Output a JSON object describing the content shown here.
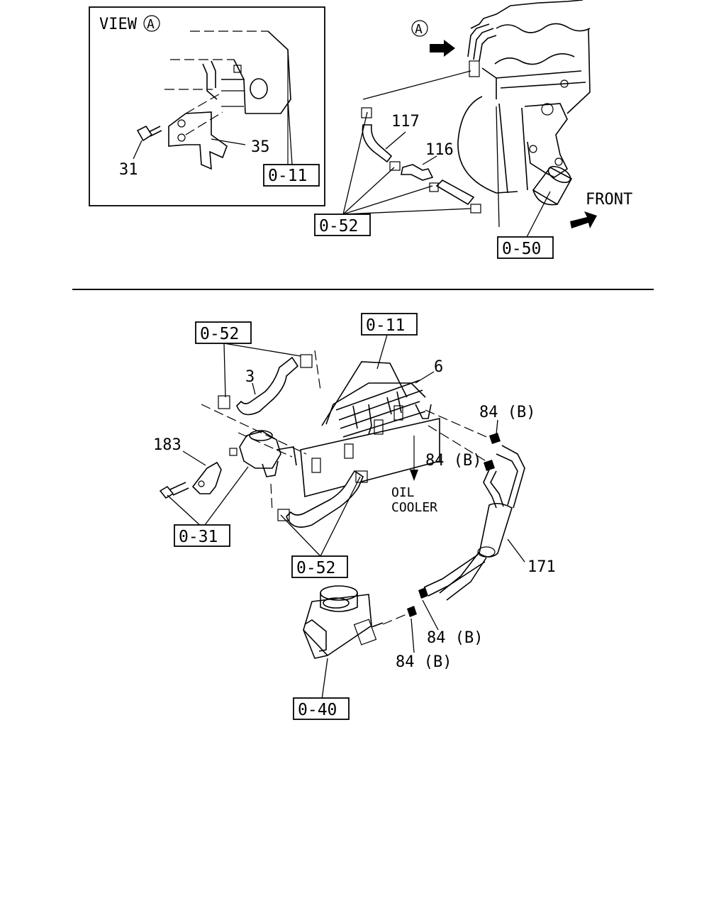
{
  "view_panel": {
    "title": "VIEW",
    "marker": "A",
    "labels": {
      "bolt": "31",
      "bracket": "35"
    },
    "ref_box": "0-11"
  },
  "top_right": {
    "marker": "A",
    "labels": {
      "hose_117": "117",
      "hose_116": "116",
      "front": "FRONT"
    },
    "ref_boxes": {
      "left": "0-52",
      "right": "0-50"
    }
  },
  "bottom": {
    "ref_boxes": {
      "top_left": "0-52",
      "top_center": "0-11",
      "mid_left": "0-31",
      "mid_center": "0-52",
      "bottom": "0-40"
    },
    "labels": {
      "hose_3": "3",
      "pipe_6": "6",
      "bracket_183": "183",
      "clip_a": "84 (B)",
      "clip_b": "84 (B)",
      "oil_cooler_1": "OIL",
      "oil_cooler_2": "COOLER",
      "hose_171": "171",
      "clip_c": "84 (B)",
      "clip_d": "84 (B)"
    }
  }
}
